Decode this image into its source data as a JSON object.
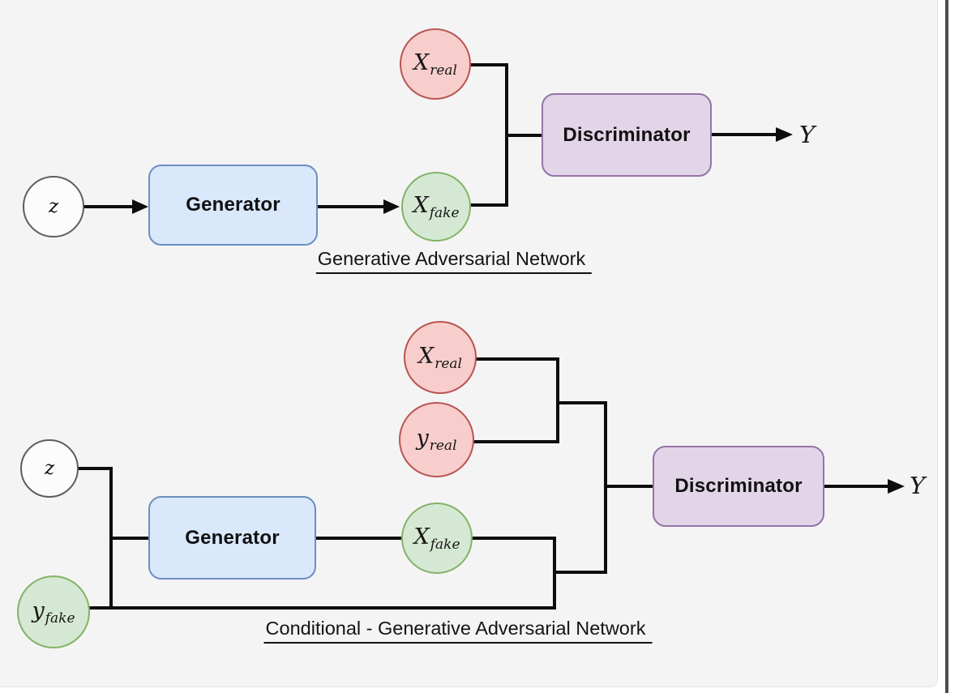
{
  "document": {
    "type": "diagram-screenshot",
    "background": "#f4f4f5",
    "page_edge_color": "#4d4d4d"
  },
  "colors": {
    "real_fill": "#f8cecc",
    "real_border": "#b85450",
    "fake_fill": "#d5e8d4",
    "fake_border": "#82b366",
    "generator_fill": "#dae8fc",
    "generator_border": "#6c8ebf",
    "discriminator_fill": "#e1d5e7",
    "discriminator_border": "#9673a6",
    "connector": "#0d0d0d",
    "plain_node_border": "#5e5e5e"
  },
  "gan": {
    "caption": "Generative Adversarial Network",
    "z": "z",
    "x_real": {
      "base": "X",
      "sub": "real"
    },
    "x_fake": {
      "base": "X",
      "sub": "fake"
    },
    "generator": "Generator",
    "discriminator": "Discriminator",
    "output": "Y"
  },
  "cgan": {
    "caption": "Conditional - Generative Adversarial Network",
    "z": "z",
    "x_real": {
      "base": "X",
      "sub": "real"
    },
    "y_real": {
      "base": "y",
      "sub": "real"
    },
    "x_fake": {
      "base": "X",
      "sub": "fake"
    },
    "y_fake": {
      "base": "y",
      "sub": "fake"
    },
    "generator": "Generator",
    "discriminator": "Discriminator",
    "output": "Y"
  }
}
